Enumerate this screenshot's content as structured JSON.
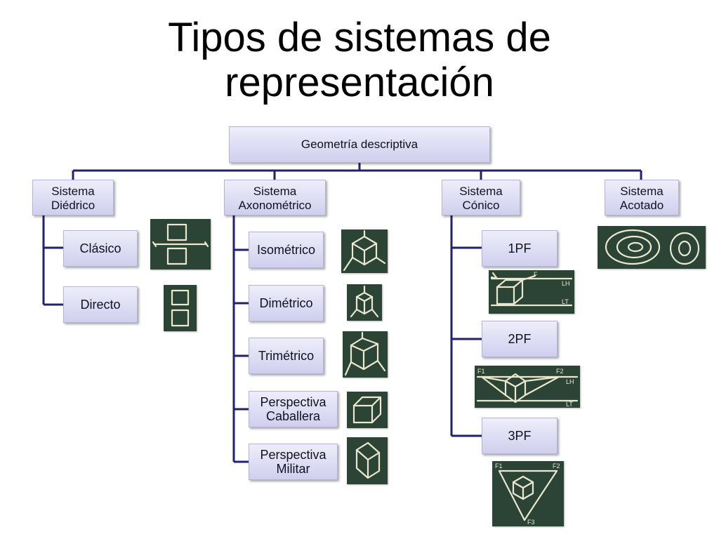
{
  "title": {
    "line1": "Tipos de sistemas de",
    "line2": "representación"
  },
  "colors": {
    "connector": "#22226a",
    "box_top": "#eeeefb",
    "box_bottom": "#cfcfee",
    "chalkboard": "#2c4436",
    "chalk": "#eae8cf"
  },
  "root": {
    "label": "Geometría descriptiva"
  },
  "systems": [
    {
      "label": "Sistema\nDiédrico",
      "subtypes": [
        "Clásico",
        "Directo"
      ]
    },
    {
      "label": "Sistema\nAxonométrico",
      "subtypes": [
        "Isométrico",
        "Dimétrico",
        "Trimétrico",
        "Perspectiva\nCaballera",
        "Perspectiva\nMilitar"
      ]
    },
    {
      "label": "Sistema\nCónico",
      "subtypes": [
        "1PF",
        "2PF",
        "3PF"
      ]
    },
    {
      "label": "Sistema\nAcotado",
      "subtypes": []
    }
  ],
  "illustrations": [
    {
      "icon": "diedrico-clasico-sketch-icon"
    },
    {
      "icon": "diedrico-directo-sketch-icon"
    },
    {
      "icon": "isometric-cube-sketch-icon"
    },
    {
      "icon": "dimetric-cube-sketch-icon"
    },
    {
      "icon": "trimetric-cube-sketch-icon"
    },
    {
      "icon": "cavalier-cube-sketch-icon"
    },
    {
      "icon": "military-cube-sketch-icon"
    },
    {
      "icon": "one-point-perspective-sketch-icon"
    },
    {
      "icon": "two-point-perspective-sketch-icon"
    },
    {
      "icon": "three-point-perspective-sketch-icon"
    },
    {
      "icon": "contour-lines-sketch-icon"
    }
  ]
}
